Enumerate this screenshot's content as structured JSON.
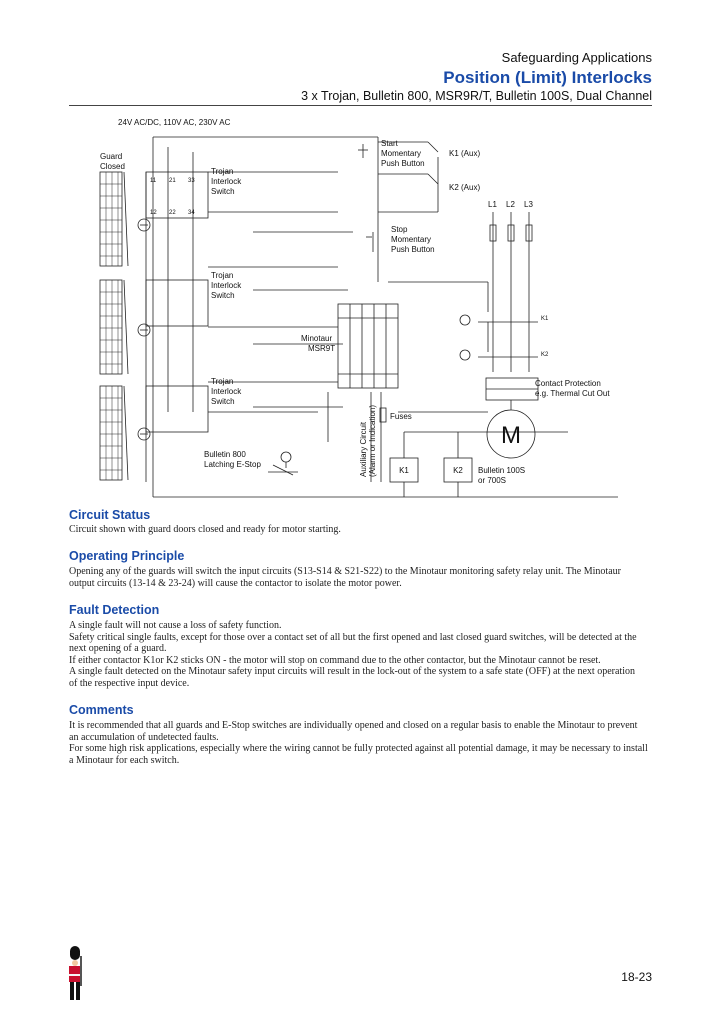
{
  "header": {
    "category": "Safeguarding Applications",
    "title": "Position (Limit) Interlocks",
    "subtitle": "3 x Trojan, Bulletin 800, MSR9R/T, Bulletin 100S, Dual Channel"
  },
  "diagram": {
    "supply": "24V AC/DC, 110V AC, 230V AC",
    "guard_label_1": "Guard",
    "guard_label_2": "Closed",
    "switch1": [
      "Trojan",
      "Interlock",
      "Switch"
    ],
    "switch2": [
      "Trojan",
      "Interlock",
      "Switch"
    ],
    "switch3": [
      "Trojan",
      "Interlock",
      "Switch"
    ],
    "contacts_top": [
      "11",
      "21",
      "33"
    ],
    "contacts_bottom": [
      "12",
      "22",
      "34"
    ],
    "start": [
      "Start",
      "Momentary",
      "Push Button"
    ],
    "stop": [
      "Stop",
      "Momentary",
      "Push Button"
    ],
    "k1_aux": "K1 (Aux)",
    "k2_aux": "K2 (Aux)",
    "minotaur": [
      "Minotaur",
      "MSR9T"
    ],
    "l1": "L1",
    "l2": "L2",
    "l3": "L3",
    "k1": "K1",
    "k2": "K2",
    "contact_protection": [
      "Contact Protection",
      "e.g. Thermal Cut Out"
    ],
    "motor": "M",
    "fuses": "Fuses",
    "aux_circuit": [
      "Auxiliary Circuit",
      "(Alarm or Indication)"
    ],
    "estop": [
      "Bulletin 800",
      "Latching E-Stop"
    ],
    "bulletin100s": [
      "Bulletin 100S",
      "or 700S"
    ]
  },
  "sections": [
    {
      "heading": "Circuit Status",
      "lines": [
        "Circuit shown with guard doors closed and ready for motor starting."
      ]
    },
    {
      "heading": "Operating Principle",
      "lines": [
        "Opening any of the guards will switch the input circuits (S13-S14 & S21-S22) to the Minotaur monitoring safety relay unit. The Minotaur",
        "output circuits (13-14 & 23-24) will cause the contactor to isolate the motor power."
      ]
    },
    {
      "heading": "Fault Detection",
      "lines": [
        "A single fault will not cause a loss of safety function.",
        "Safety critical single faults, except for those over a contact set of all but the first opened and last closed guard switches, will be detected at the",
        "next opening of a guard.",
        "If either contactor K1or K2 sticks ON - the motor will stop on command due to the other contactor, but the Minotaur cannot be reset.",
        "A single fault detected on the Minotaur safety input circuits will result in the lock-out of the system to a safe state (OFF) at the next operation",
        "of the respective input device."
      ]
    },
    {
      "heading": "Comments",
      "lines": [
        "It is recommended that all guards and E-Stop switches are individually opened and closed on a regular basis to enable the Minotaur to prevent",
        "an accumulation of undetected faults.",
        "For some high risk applications, especially where the wiring cannot be fully protected against all potential damage, it may be necessary to install",
        "a Minotaur for each switch."
      ]
    }
  ],
  "page_number": "18-23"
}
